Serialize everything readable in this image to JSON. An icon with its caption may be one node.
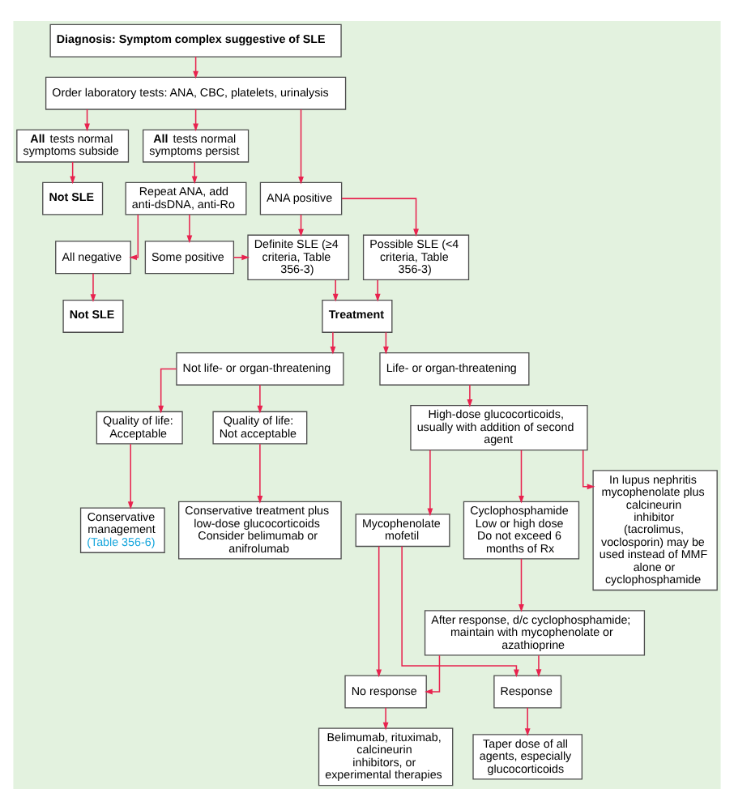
{
  "diagram": {
    "nodes": [
      {
        "text": [
          "Diagnosis: Symptom complex suggestive of SLE"
        ]
      },
      {
        "text": [
          "Order laboratory tests: ANA, CBC, platelets, urinalysis"
        ]
      },
      {
        "text": [
          "**All** tests normal symptoms subside"
        ]
      },
      {
        "text": [
          "**All** tests normal symptoms persist"
        ]
      },
      {
        "text": [
          "ANA positive"
        ]
      },
      {
        "text": [
          "Not SLE"
        ]
      },
      {
        "text": [
          "Repeat ANA, add anti-dsDNA, anti-Ro"
        ]
      },
      {
        "text": [
          "All negative"
        ]
      },
      {
        "text": [
          "Some positive"
        ]
      },
      {
        "text": [
          "Definite SLE (≥4 criteria, Table 356-3)"
        ]
      },
      {
        "text": [
          "Possible SLE (<4 criteria, Table 356-3)"
        ]
      },
      {
        "text": [
          "Not SLE"
        ]
      },
      {
        "text": [
          "Treatment"
        ]
      },
      {
        "text": [
          "Not life- or organ-threatening"
        ]
      },
      {
        "text": [
          "Life- or organ-threatening"
        ]
      },
      {
        "text": [
          "Quality of life: Acceptable"
        ]
      },
      {
        "text": [
          "Quality of life: Not acceptable"
        ]
      },
      {
        "text": [
          "High-dose glucocorticoids, usually with addition of second agent"
        ]
      },
      {
        "text": [
          "Conservative management",
          "(Table 356-6)"
        ]
      },
      {
        "text": [
          "Conservative treatment plus low-dose glucocorticoids",
          "Consider belimumab or anifrolumab"
        ]
      },
      {
        "text": [
          "Mycophenolate mofetil"
        ]
      },
      {
        "text": [
          "Cyclophosphamide",
          "Low or high dose",
          "Do not exceed 6 months of Rx"
        ]
      },
      {
        "text": [
          "In lupus nephritis mycophenolate plus calcineurin inhibitor (tacrolimus, voclosporin) may be used instead of MMF alone or cyclophosphamide"
        ]
      },
      {
        "text": [
          "After response, d/c cyclophosphamide; maintain with mycophenolate or azathioprine"
        ]
      },
      {
        "text": [
          "No response"
        ]
      },
      {
        "text": [
          "Response"
        ]
      },
      {
        "text": [
          "Belimumab, rituximab, calcineurin inhibitors, or experimental therapies"
        ]
      },
      {
        "text": [
          "Taper dose of all agents, especially glucocorticoids"
        ]
      }
    ],
    "edges": [
      {
        "from": 0,
        "to": 1,
        "arrow": "to"
      },
      {
        "from": 1,
        "to": 2,
        "arrow": "to"
      },
      {
        "from": 1,
        "to": 3,
        "arrow": "to"
      },
      {
        "from": 1,
        "to": 4,
        "arrow": "to"
      },
      {
        "from": 2,
        "to": 5,
        "arrow": "to"
      },
      {
        "from": 3,
        "to": 6,
        "arrow": "to"
      },
      {
        "from": 4,
        "to": 9,
        "arrow": "to"
      },
      {
        "from": 4,
        "to": 10,
        "arrow": "to"
      },
      {
        "from": 6,
        "to": 7,
        "arrow": "to"
      },
      {
        "from": 6,
        "to": 8,
        "arrow": "to"
      },
      {
        "from": 7,
        "to": 11,
        "arrow": "to"
      },
      {
        "from": 8,
        "to": 9,
        "arrow": "to"
      },
      {
        "from": 9,
        "to": 12,
        "arrow": "to"
      },
      {
        "from": 10,
        "to": 12,
        "arrow": "to"
      },
      {
        "from": 12,
        "to": 13,
        "arrow": "to"
      },
      {
        "from": 12,
        "to": 14,
        "arrow": "to"
      },
      {
        "from": 13,
        "to": 15,
        "arrow": "to"
      },
      {
        "from": 13,
        "to": 16,
        "arrow": "to"
      },
      {
        "from": 15,
        "to": 18,
        "arrow": "to"
      },
      {
        "from": 16,
        "to": 19,
        "arrow": "to"
      },
      {
        "from": 14,
        "to": 17,
        "arrow": "to"
      },
      {
        "from": 17,
        "to": 20,
        "arrow": "to"
      },
      {
        "from": 17,
        "to": 21,
        "arrow": "to"
      },
      {
        "from": 17,
        "to": 22,
        "arrow": "to"
      },
      {
        "from": 21,
        "to": 23,
        "arrow": "to"
      },
      {
        "from": 20,
        "to": 24,
        "arrow": "to"
      },
      {
        "from": 20,
        "to": 25,
        "arrow": "to"
      },
      {
        "from": 23,
        "to": 24,
        "arrow": "to"
      },
      {
        "from": 23,
        "to": 25,
        "arrow": "to"
      },
      {
        "from": 24,
        "to": 26,
        "arrow": "to"
      },
      {
        "from": 25,
        "to": 27,
        "arrow": "to"
      }
    ]
  }
}
